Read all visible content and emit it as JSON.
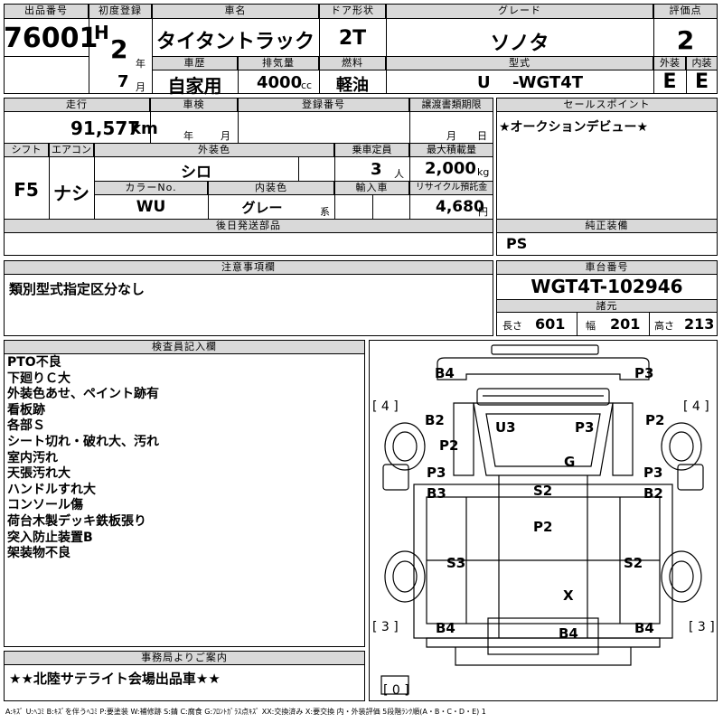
{
  "labels": {
    "lot_no": "出品番号",
    "first_reg": "初度登録",
    "car_name": "車名",
    "door": "ドア形状",
    "grade": "グレード",
    "score": "評価点",
    "history": "車歴",
    "displacement": "排気量",
    "fuel": "燃料",
    "model": "型式",
    "exterior": "外装",
    "interior": "内装",
    "mileage": "走行",
    "inspection": "車検",
    "reg_no": "登録番号",
    "transfer": "譲渡書類期限",
    "sales_point": "セールスポイント",
    "shift": "シフト",
    "aircon": "エアコン",
    "ext_color": "外装色",
    "capacity": "乗車定員",
    "max_load": "最大積載量",
    "color_no": "カラーNo.",
    "int_color": "内装色",
    "import": "輸入車",
    "recycle": "リサイクル預託金",
    "later_parts": "後日発送部品",
    "genuine": "純正装備",
    "caution": "注意事項欄",
    "chassis": "車台番号",
    "dims": "諸元",
    "length": "長さ",
    "width": "幅",
    "height": "高さ",
    "inspector": "検査員記入欄",
    "office": "事務局よりご案内"
  },
  "units": {
    "year": "年",
    "month": "月",
    "day": "日",
    "km": "km",
    "cc": "cc",
    "person": "人",
    "kg": "kg",
    "yen": "円",
    "kei": "系"
  },
  "vehicle": {
    "lot_no": "76001",
    "era": "H",
    "reg_year": "2",
    "reg_month": "7",
    "car_name": "タイタントラック",
    "door": "2T",
    "grade": "ソノタ",
    "score": "2",
    "history": "自家用",
    "displacement": "4000",
    "fuel": "軽油",
    "model_prefix": "U",
    "model": "-WGT4T",
    "ext_score": "E",
    "int_score": "E",
    "mileage": "91,577",
    "shift": "F5",
    "aircon": "ナシ",
    "ext_color": "シロ",
    "capacity": "3",
    "max_load": "2,000",
    "color_no": "WU",
    "int_color": "グレー",
    "recycle": "4,680",
    "sales_point": "★オークションデビュー★",
    "genuine": "PS",
    "caution": "類別型式指定区分なし",
    "chassis": "WGT4T-102946",
    "length": "601",
    "width": "201",
    "height": "213",
    "office_note": "★★北陸サテライト会場出品車★★"
  },
  "inspector_notes": [
    "PTO不良",
    "下廻りＣ大",
    "外装色あせ、ペイント跡有",
    "看板跡",
    "各部Ｓ",
    "シート切れ・破れ大、汚れ",
    "室内汚れ",
    "天張汚れ大",
    "ハンドルすれ大",
    "コンソール傷",
    "荷台木製デッキ鉄板張り",
    "突入防止装置B",
    "架装物不良"
  ],
  "diagram": {
    "b4_top_left": "B4",
    "p3_top_right": "P3",
    "tire_fl": "[ 4 ]",
    "tire_fr": "[ 4 ]",
    "tire_rl": "[ 3 ]",
    "tire_rr": "[ 3 ]",
    "spare": "[ 0 ]",
    "b2_left": "B2",
    "u3": "U3",
    "p3_cab": "P3",
    "p2_right": "P2",
    "p2_left": "P2",
    "g": "G",
    "p3_left": "P3",
    "p3_right": "P3",
    "b3_left": "B3",
    "b2_right": "B2",
    "s2_center": "S2",
    "p2_center": "P2",
    "s3_left": "S3",
    "s2_right": "S2",
    "x": "X",
    "b4_rl": "B4",
    "b4_rear": "B4",
    "b4_rr": "B4"
  },
  "legend": "A:ｷｽﾞ U:ﾍｺﾐ B:ｷｽﾞを伴うﾍｺﾐ P:要塗装 W:補修跡 S:錆 C:腐食 G:ﾌﾛﾝﾄｶﾞﾗｽ点ｷｽﾞ XX:交換済み X:要交換 内・外装評価 5段階ﾗﾝｸ順(A・B・C・D・E) 1"
}
